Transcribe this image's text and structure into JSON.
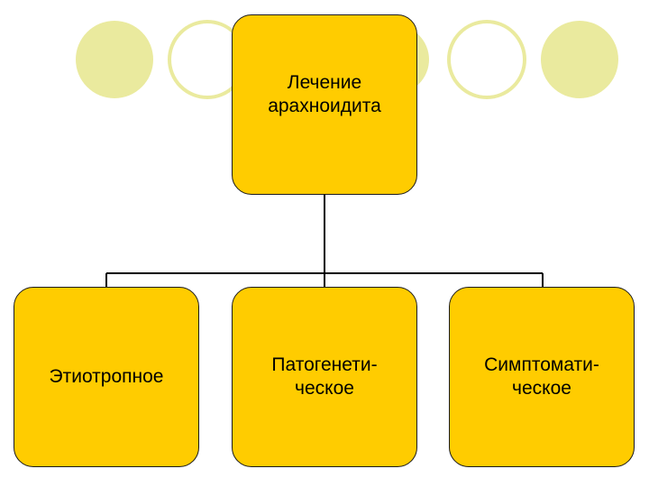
{
  "diagram": {
    "root": {
      "label": "Лечение\nарахноидита"
    },
    "children": [
      {
        "label": "Этиотропное"
      },
      {
        "label": "Патогенети-\nческое"
      },
      {
        "label": "Симптомати-\nческое"
      }
    ]
  },
  "colors": {
    "node_fill": "#ffcc00",
    "node_border": "#1a1a1a",
    "decor_fill": "#eaea9e",
    "decor_ring": "#eaea9e",
    "connector": "#000000"
  }
}
